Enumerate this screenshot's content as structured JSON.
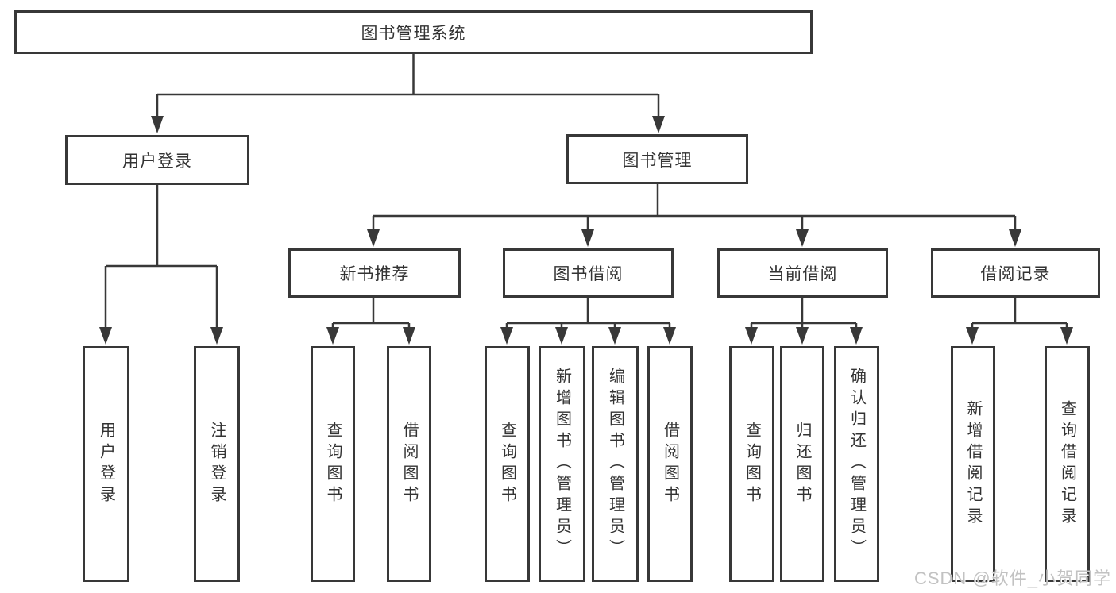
{
  "colors": {
    "line": "#383838",
    "box_border": "#383838",
    "text": "#333333",
    "background": "#ffffff",
    "watermark": "#c2c2c2"
  },
  "watermark": {
    "text": "CSDN @软件_小贺同学"
  },
  "tree": {
    "root": {
      "label": "图书管理系统"
    },
    "level2": [
      {
        "label": "用户登录"
      },
      {
        "label": "图书管理"
      }
    ],
    "level3": [
      {
        "label": "新书推荐"
      },
      {
        "label": "图书借阅"
      },
      {
        "label": "当前借阅"
      },
      {
        "label": "借阅记录"
      }
    ],
    "leaves": {
      "user_login": [
        "用户登录",
        "注销登录"
      ],
      "new_book_recommend": [
        "查询图书",
        "借阅图书"
      ],
      "book_borrow": [
        "查询图书",
        "新增图书（管理员）",
        "编辑图书（管理员）",
        "借阅图书"
      ],
      "current_borrow": [
        "查询图书",
        "归还图书",
        "确认归还（管理员）"
      ],
      "borrow_records": [
        "新增借阅记录",
        "查询借阅记录"
      ]
    }
  }
}
